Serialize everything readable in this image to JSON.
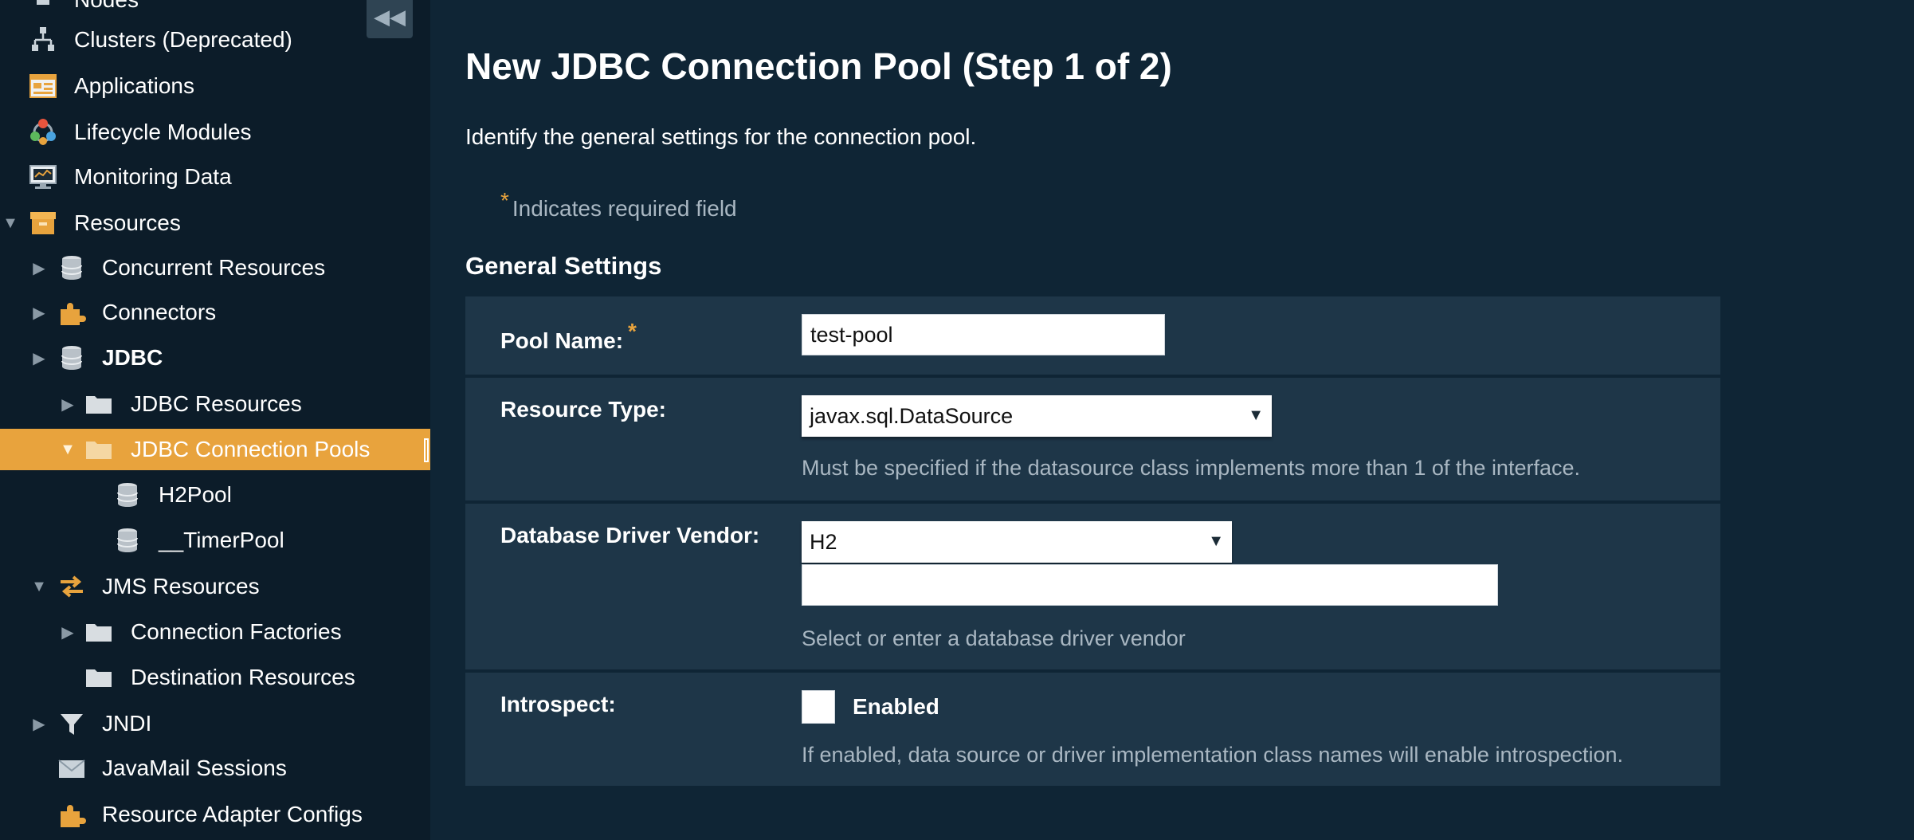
{
  "sidebar": {
    "collapse_glyph": "◀◀",
    "items": [
      {
        "label": "Nodes",
        "icon": "nodes-icon"
      },
      {
        "label": "Clusters (Deprecated)",
        "icon": "clusters-icon"
      },
      {
        "label": "Applications",
        "icon": "applications-icon"
      },
      {
        "label": "Lifecycle Modules",
        "icon": "lifecycle-modules-icon"
      },
      {
        "label": "Monitoring Data",
        "icon": "monitoring-data-icon"
      },
      {
        "label": "Resources",
        "icon": "resources-box-icon"
      },
      {
        "label": "Concurrent Resources",
        "icon": "database-icon"
      },
      {
        "label": "Connectors",
        "icon": "puzzle-icon"
      },
      {
        "label": "JDBC",
        "icon": "database-icon"
      },
      {
        "label": "JDBC Resources",
        "icon": "folder-icon"
      },
      {
        "label": "JDBC Connection Pools",
        "icon": "folder-icon"
      },
      {
        "label": "H2Pool",
        "icon": "database-icon"
      },
      {
        "label": "__TimerPool",
        "icon": "database-icon"
      },
      {
        "label": "JMS Resources",
        "icon": "exchange-arrows-icon"
      },
      {
        "label": "Connection Factories",
        "icon": "folder-icon"
      },
      {
        "label": "Destination Resources",
        "icon": "folder-icon"
      },
      {
        "label": "JNDI",
        "icon": "funnel-icon"
      },
      {
        "label": "JavaMail Sessions",
        "icon": "mail-icon"
      },
      {
        "label": "Resource Adapter Configs",
        "icon": "puzzle-icon"
      }
    ]
  },
  "page": {
    "title": "New JDBC Connection Pool (Step 1 of 2)",
    "help": "Identify the general settings for the connection pool.",
    "required_marker": "*",
    "required_note": "Indicates required field",
    "section_title": "General Settings"
  },
  "form": {
    "pool_name": {
      "label": "Pool Name:",
      "value": "test-pool"
    },
    "resource_type": {
      "label": "Resource Type:",
      "selected": "javax.sql.DataSource",
      "help": "Must be specified if the datasource class implements more than 1 of the interface."
    },
    "db_vendor": {
      "label": "Database Driver Vendor:",
      "selected": "H2",
      "custom_value": "",
      "help": "Select or enter a database driver vendor"
    },
    "introspect": {
      "label": "Introspect:",
      "checkbox_label": "Enabled",
      "checked": false,
      "help": "If enabled, data source or driver implementation class names will enable introspection."
    }
  },
  "colors": {
    "accent": "#e8a33d",
    "sidebar_bg": "#0c1c29",
    "main_bg": "#0f2535",
    "form_row_bg": "#1e3648",
    "help_text": "#a9b7c2"
  }
}
